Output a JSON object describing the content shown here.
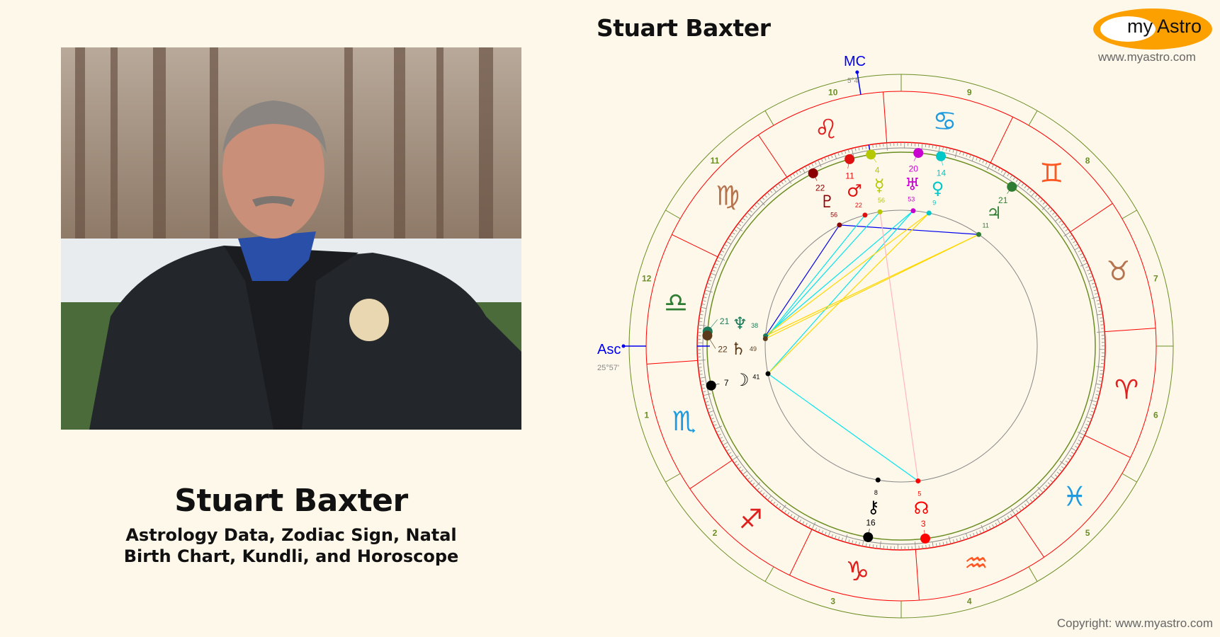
{
  "header": {
    "title": "Stuart Baxter",
    "logo_text": "my Astro",
    "logo_url": "www.myastro.com"
  },
  "profile": {
    "name": "Stuart Baxter",
    "subtitle_line1": "Astrology Data, Zodiac Sign, Natal",
    "subtitle_line2": "Birth Chart, Kundli, and Horoscope"
  },
  "footer": {
    "copyright": "Copyright: www.myastro.com"
  },
  "chart": {
    "asc_label": "Asc",
    "asc_degree": "25°57'",
    "asc_longitude": 205.95,
    "mc_label": "MC",
    "mc_degree": "5°4'",
    "mc_longitude": 125.07,
    "house_numbers": [
      "1",
      "2",
      "3",
      "4",
      "5",
      "6",
      "7",
      "8",
      "9",
      "10",
      "11",
      "12"
    ],
    "signs": [
      {
        "name": "aries",
        "glyph": "♈",
        "color": "#e0201e"
      },
      {
        "name": "taurus",
        "glyph": "♉",
        "color": "#b5734e"
      },
      {
        "name": "gemini",
        "glyph": "♊",
        "color": "#ff5722"
      },
      {
        "name": "cancer",
        "glyph": "♋",
        "color": "#1e9be0"
      },
      {
        "name": "leo",
        "glyph": "♌",
        "color": "#e0201e"
      },
      {
        "name": "virgo",
        "glyph": "♍",
        "color": "#b5734e"
      },
      {
        "name": "libra",
        "glyph": "♎",
        "color": "#2e7d32"
      },
      {
        "name": "scorpio",
        "glyph": "♏",
        "color": "#1e9be0"
      },
      {
        "name": "sagittarius",
        "glyph": "♐",
        "color": "#e0201e"
      },
      {
        "name": "capricorn",
        "glyph": "♑",
        "color": "#e0201e"
      },
      {
        "name": "aquarius",
        "glyph": "♒",
        "color": "#ff5722"
      },
      {
        "name": "pisces",
        "glyph": "♓",
        "color": "#1e9be0"
      }
    ],
    "planets": [
      {
        "name": "pluto",
        "glyph": "♇",
        "deg": "22",
        "min": "56",
        "longitude": 142.93,
        "color": "#8b0000"
      },
      {
        "name": "mars",
        "glyph": "♂",
        "deg": "11",
        "min": "22",
        "longitude": 131.37,
        "color": "#e01010"
      },
      {
        "name": "mercury",
        "glyph": "☿",
        "deg": "4",
        "min": "56",
        "longitude": 124.93,
        "color": "#b5c800"
      },
      {
        "name": "uranus",
        "glyph": "♅",
        "deg": "20",
        "min": "53",
        "longitude": 110.88,
        "color": "#c800d0"
      },
      {
        "name": "venus",
        "glyph": "♀",
        "deg": "14",
        "min": "9",
        "longitude": 104.15,
        "color": "#00c8c8"
      },
      {
        "name": "jupiter",
        "glyph": "♃",
        "deg": "21",
        "min": "11",
        "longitude": 81.18,
        "color": "#2e7d32"
      },
      {
        "name": "neptune",
        "glyph": "♆",
        "deg": "21",
        "min": "38",
        "longitude": 201.63,
        "color": "#1a7a5a"
      },
      {
        "name": "saturn",
        "glyph": "♄",
        "deg": "22",
        "min": "49",
        "longitude": 202.82,
        "color": "#5a3a1a"
      },
      {
        "name": "moon",
        "glyph": "☽",
        "deg": "7",
        "min": "41",
        "longitude": 217.68,
        "color": "#000000"
      },
      {
        "name": "chiron",
        "glyph": "⚷",
        "deg": "16",
        "min": "8",
        "longitude": 286.13,
        "color": "#000000"
      },
      {
        "name": "north-node",
        "glyph": "☊",
        "deg": "3",
        "min": "5",
        "longitude": 303.08,
        "color": "#ff0000"
      }
    ],
    "aspects": [
      {
        "from": "pluto",
        "to": "jupiter",
        "color": "#0000ee"
      },
      {
        "from": "pluto",
        "to": "neptune",
        "color": "#0000ee"
      },
      {
        "from": "mars",
        "to": "saturn",
        "color": "#00e5ee"
      },
      {
        "from": "mercury",
        "to": "saturn",
        "color": "#00e5ee"
      },
      {
        "from": "uranus",
        "to": "neptune",
        "color": "#00e5ee"
      },
      {
        "from": "uranus",
        "to": "moon",
        "color": "#00e5ee"
      },
      {
        "from": "venus",
        "to": "neptune",
        "color": "#ffd700"
      },
      {
        "from": "jupiter",
        "to": "neptune",
        "color": "#ffd700"
      },
      {
        "from": "jupiter",
        "to": "saturn",
        "color": "#ffd700"
      },
      {
        "from": "venus",
        "to": "moon",
        "color": "#ffd700"
      },
      {
        "from": "moon",
        "to": "north-node",
        "color": "#00e5ee"
      },
      {
        "from": "mercury",
        "to": "north-node",
        "color": "#ffb6c1"
      }
    ]
  }
}
